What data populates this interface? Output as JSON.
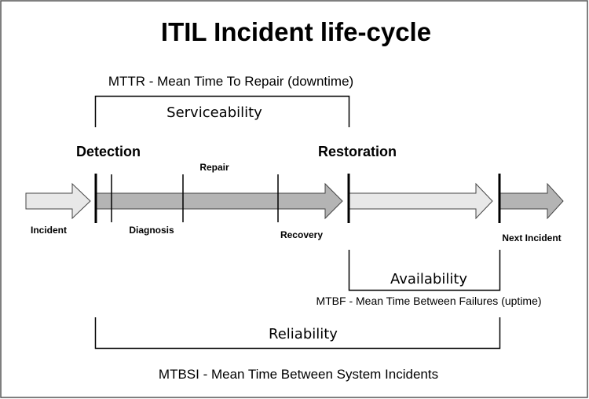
{
  "title": "ITIL Incident life-cycle",
  "mttr": "MTTR - Mean Time To Repair (downtime)",
  "serviceability": "Serviceability",
  "detection": "Detection",
  "restoration": "Restoration",
  "repair": "Repair",
  "incident": "Incident",
  "diagnosis": "Diagnosis",
  "recovery": "Recovery",
  "next_incident": "Next Incident",
  "availability": "Availability",
  "mtbf": "MTBF - Mean Time Between Failures (uptime)",
  "reliability": "Reliability",
  "mtbsi": "MTBSI - Mean Time Between System Incidents",
  "colors": {
    "light_arrow": "#e8e8e8",
    "dark_arrow": "#b4b4b4",
    "border": "#555555"
  }
}
